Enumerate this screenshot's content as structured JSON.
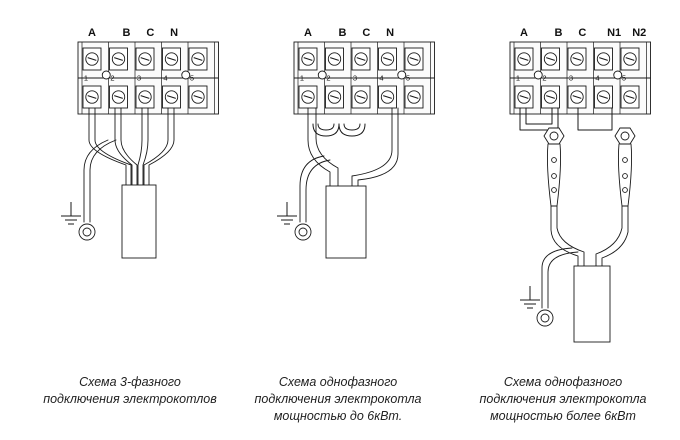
{
  "diagrams": [
    {
      "terminal_letters": [
        "A",
        "B",
        "C",
        "N"
      ],
      "terminal_numbers": [
        "1",
        "2",
        "3",
        "4",
        "5"
      ],
      "caption": [
        "Схема 3-фазного",
        "подключения электрокотлов"
      ]
    },
    {
      "terminal_letters": [
        "A",
        "B",
        "C",
        "N"
      ],
      "terminal_numbers": [
        "1",
        "2",
        "3",
        "4",
        "5"
      ],
      "caption": [
        "Схема однофазного",
        "подключения электрокотла",
        "мощностью до 6кВт."
      ]
    },
    {
      "terminal_letters": [
        "A",
        "B",
        "C",
        "N1",
        "N2"
      ],
      "terminal_numbers": [
        "1",
        "2",
        "3",
        "4",
        "5"
      ],
      "caption": [
        "Схема однофазного",
        "подключения электрокотла",
        "мощностью более 6кВт"
      ]
    }
  ],
  "colors": {
    "line": "#1a1a1a",
    "text": "#222222",
    "background": "#ffffff"
  }
}
